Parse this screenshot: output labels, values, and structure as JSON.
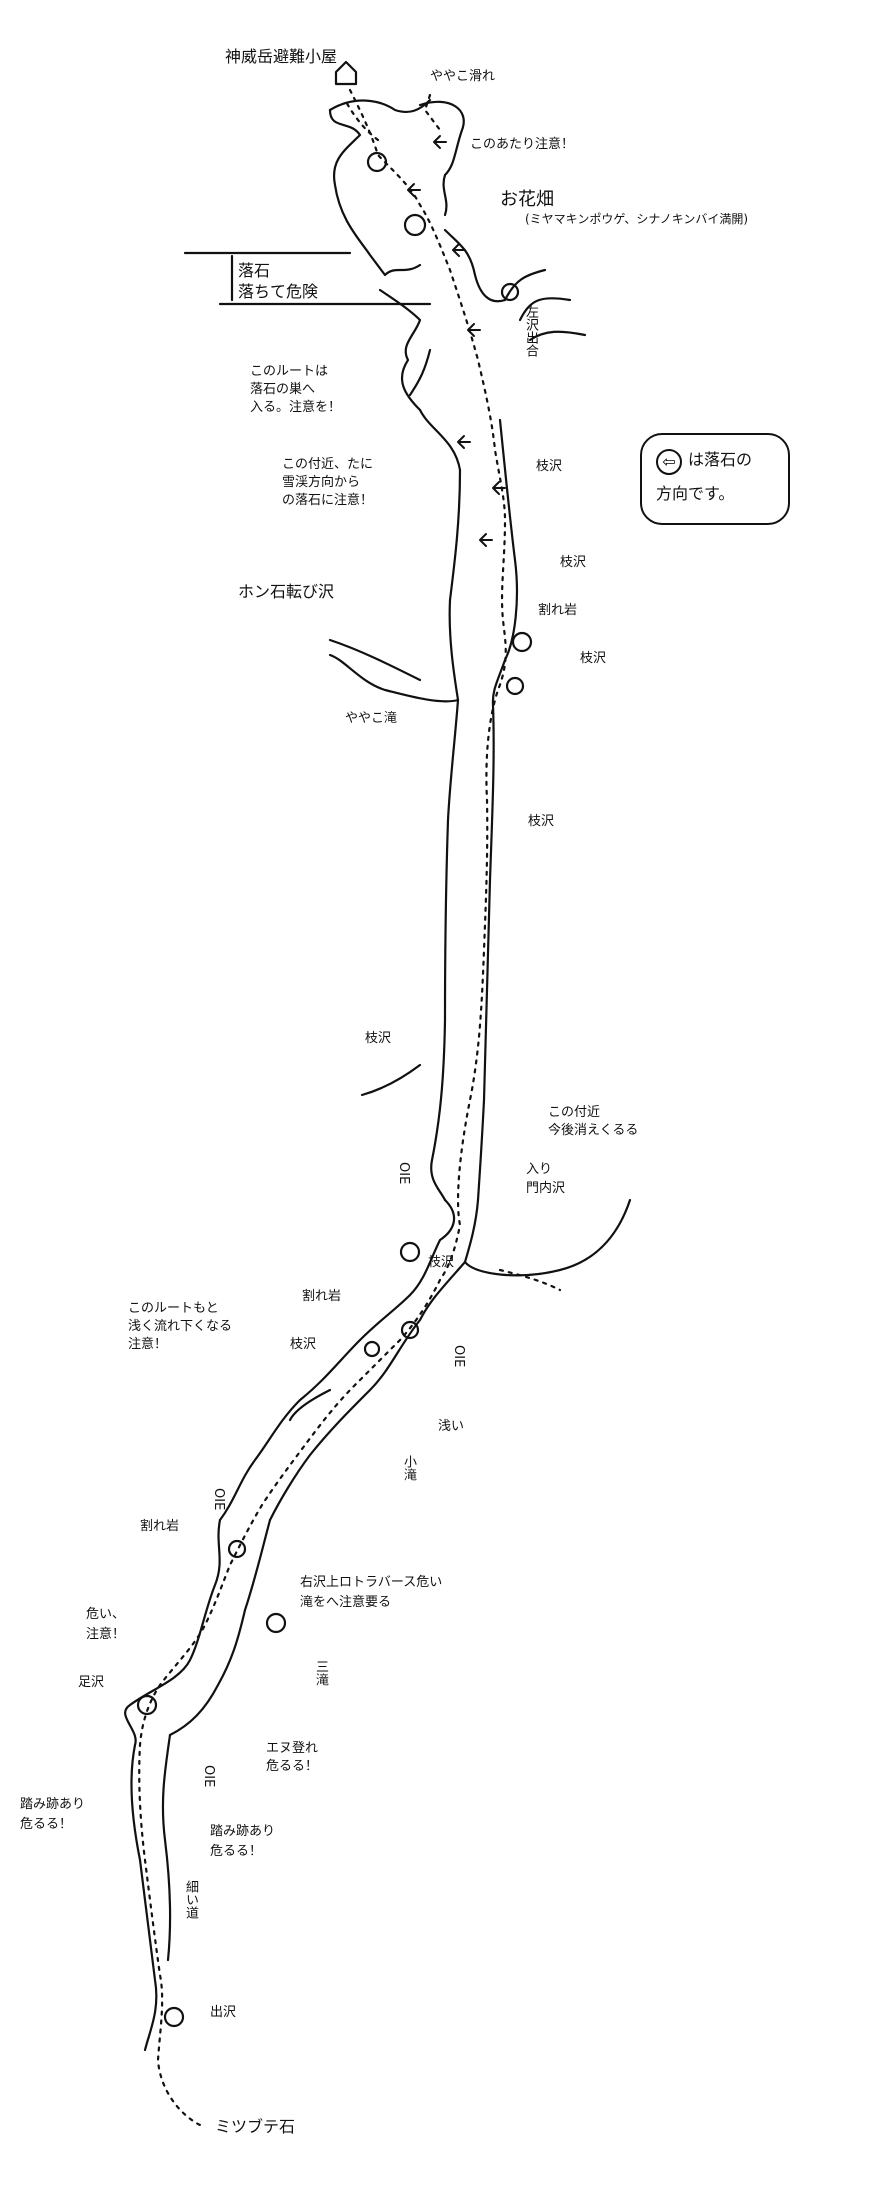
{
  "legend": {
    "icon": "⇦",
    "text_line1": "は落石の",
    "text_line2": "方向です。"
  },
  "labels": {
    "top_hut": "神威岳避難小屋",
    "top_note": "ややこ滑れ",
    "caution_here": "このあたり注意！",
    "alpine_flowers_title": "お花畑",
    "alpine_flowers_species": "(ミヤマキンポウゲ、シナノキンバイ満開)",
    "rockfall_zone": "落石",
    "rockfall_zone_sub": "落ちて危険",
    "right_gully": "左沢出合",
    "route_note_1": "このルートは",
    "route_note_2": "落石の巣へ",
    "route_note_3": "入る。注意を！",
    "nearby_note_1": "この付近、たに",
    "nearby_note_2": "雪渓方向から",
    "nearby_note_3": "の落石に注意！",
    "branch_1": "枝沢",
    "branch_2": "枝沢",
    "branch_3": "枝沢",
    "branch_4": "枝沢",
    "branch_5": "枝沢",
    "branch_6": "枝沢",
    "branch_7": "枝沢",
    "split_rock_1": "割れ岩",
    "split_rock_2": "割れ岩",
    "split_rock_3": "割れ岩",
    "side_stream": "ホン石転び沢",
    "snow_patch": "ややこ滝",
    "soon_note_1": "この付近",
    "soon_note_2": "今後消えくるる",
    "entrance_1": "入り",
    "entrance_2": "門内沢",
    "bottom_route_1": "このルートもと",
    "bottom_route_2": "浅く流れ下くなる",
    "bottom_route_3": "注意！",
    "shallow": "浅い",
    "small_falls": "小滝",
    "traverse_1": "右沢上ロトラバース危い",
    "traverse_2": "滝をへ注意要る",
    "danger_1": "危い、",
    "danger_2": "注意！",
    "three_falls": "三滝",
    "fixed_1": "足沢",
    "rope_1": "エヌ登れ",
    "rope_2": "危るる！",
    "steps_1": "踏み跡あり",
    "steps_2": "危るる！",
    "steps_3": "踏み跡あり",
    "steps_4": "危るる！",
    "thin_path": "細い道",
    "branch_bottom": "出沢",
    "end_point": "ミツブテ石",
    "oe_1": "OIE",
    "oe_2": "OIE",
    "oe_3": "OIE",
    "oe_4": "OIE"
  },
  "colors": {
    "ink": "#111111",
    "paper": "#ffffff"
  }
}
